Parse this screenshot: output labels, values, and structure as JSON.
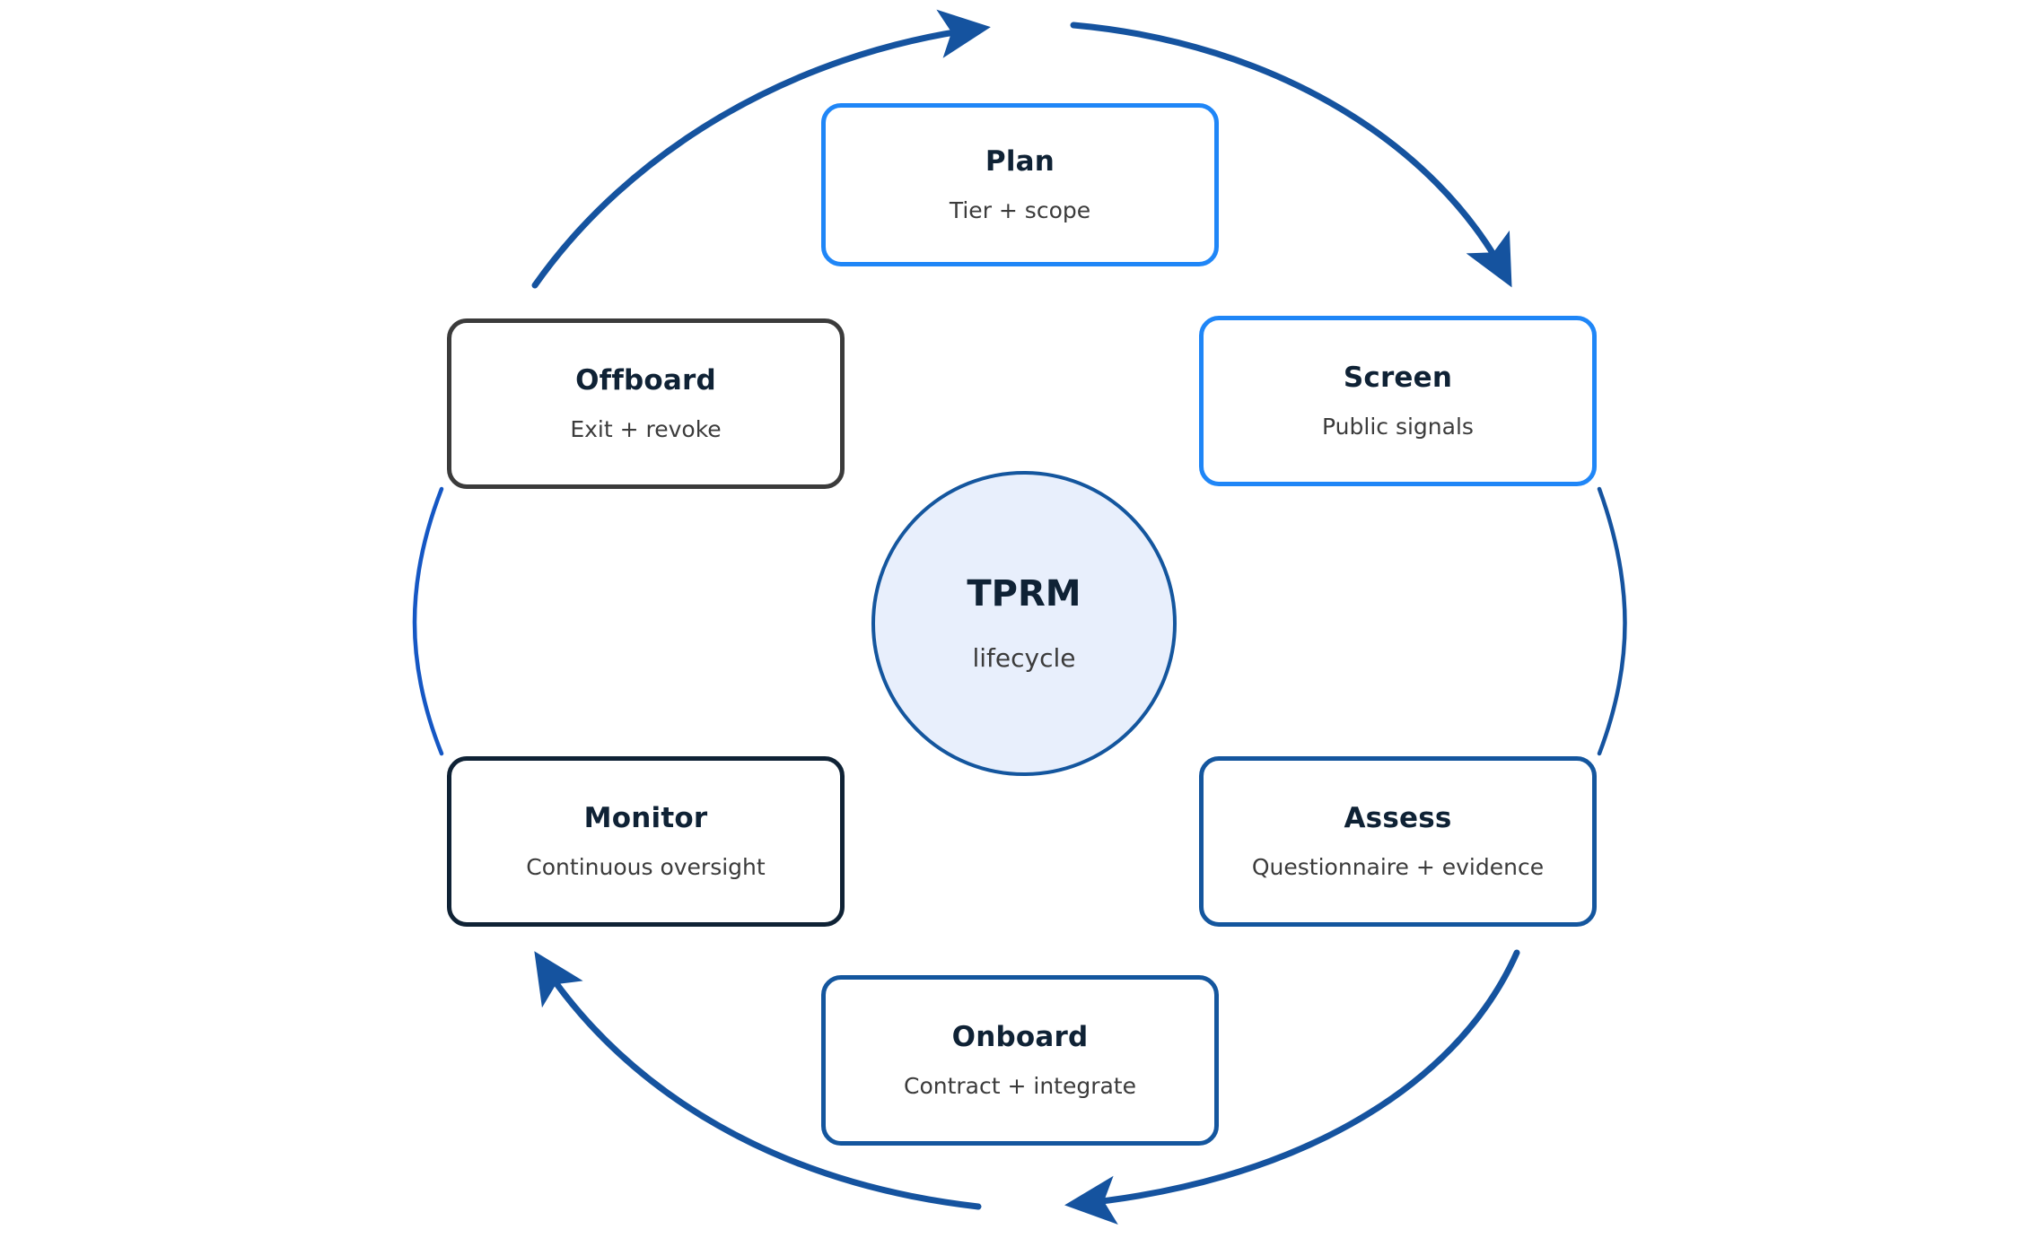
{
  "diagram": {
    "type": "cycle",
    "title": "TPRM lifecycle",
    "center": {
      "title": "TPRM",
      "subtitle": "lifecycle",
      "fill": "#e8effc",
      "stroke": "#14569e"
    },
    "colors": {
      "bright_blue": "#1f86f7",
      "deep_blue": "#14569e",
      "navy": "#0f2235",
      "charcoal": "#3b3b3b",
      "arc_blue": "#15539f",
      "background": "#ffffff",
      "subtitle_text": "#3b3b3b"
    },
    "nodes": [
      {
        "id": "plan",
        "title": "Plan",
        "subtitle": "Tier + scope",
        "stroke": "#1f86f7",
        "order": 1
      },
      {
        "id": "screen",
        "title": "Screen",
        "subtitle": "Public signals",
        "stroke": "#1f86f7",
        "order": 2
      },
      {
        "id": "assess",
        "title": "Assess",
        "subtitle": "Questionnaire + evidence",
        "stroke": "#14569e",
        "order": 3
      },
      {
        "id": "onboard",
        "title": "Onboard",
        "subtitle": "Contract + integrate",
        "stroke": "#14569e",
        "order": 4
      },
      {
        "id": "monitor",
        "title": "Monitor",
        "subtitle": "Continuous oversight",
        "stroke": "#0f2235",
        "order": 5
      },
      {
        "id": "offboard",
        "title": "Offboard",
        "subtitle": "Exit + revoke",
        "stroke": "#3b3b3b",
        "order": 6
      }
    ],
    "connectors": [
      {
        "id": "offboard-to-plan",
        "from": "offboard",
        "to": "plan",
        "arrow": true,
        "direction": "clockwise"
      },
      {
        "id": "plan-to-screen",
        "from": "plan",
        "to": "screen",
        "arrow": true,
        "direction": "clockwise"
      },
      {
        "id": "screen-to-assess",
        "from": "screen",
        "to": "assess",
        "arrow": false,
        "direction": "clockwise"
      },
      {
        "id": "assess-to-onboard",
        "from": "assess",
        "to": "onboard",
        "arrow": true,
        "direction": "clockwise"
      },
      {
        "id": "onboard-to-monitor",
        "from": "onboard",
        "to": "monitor",
        "arrow": true,
        "direction": "clockwise"
      },
      {
        "id": "monitor-to-offboard",
        "from": "monitor",
        "to": "offboard",
        "arrow": false,
        "direction": "clockwise"
      }
    ]
  }
}
